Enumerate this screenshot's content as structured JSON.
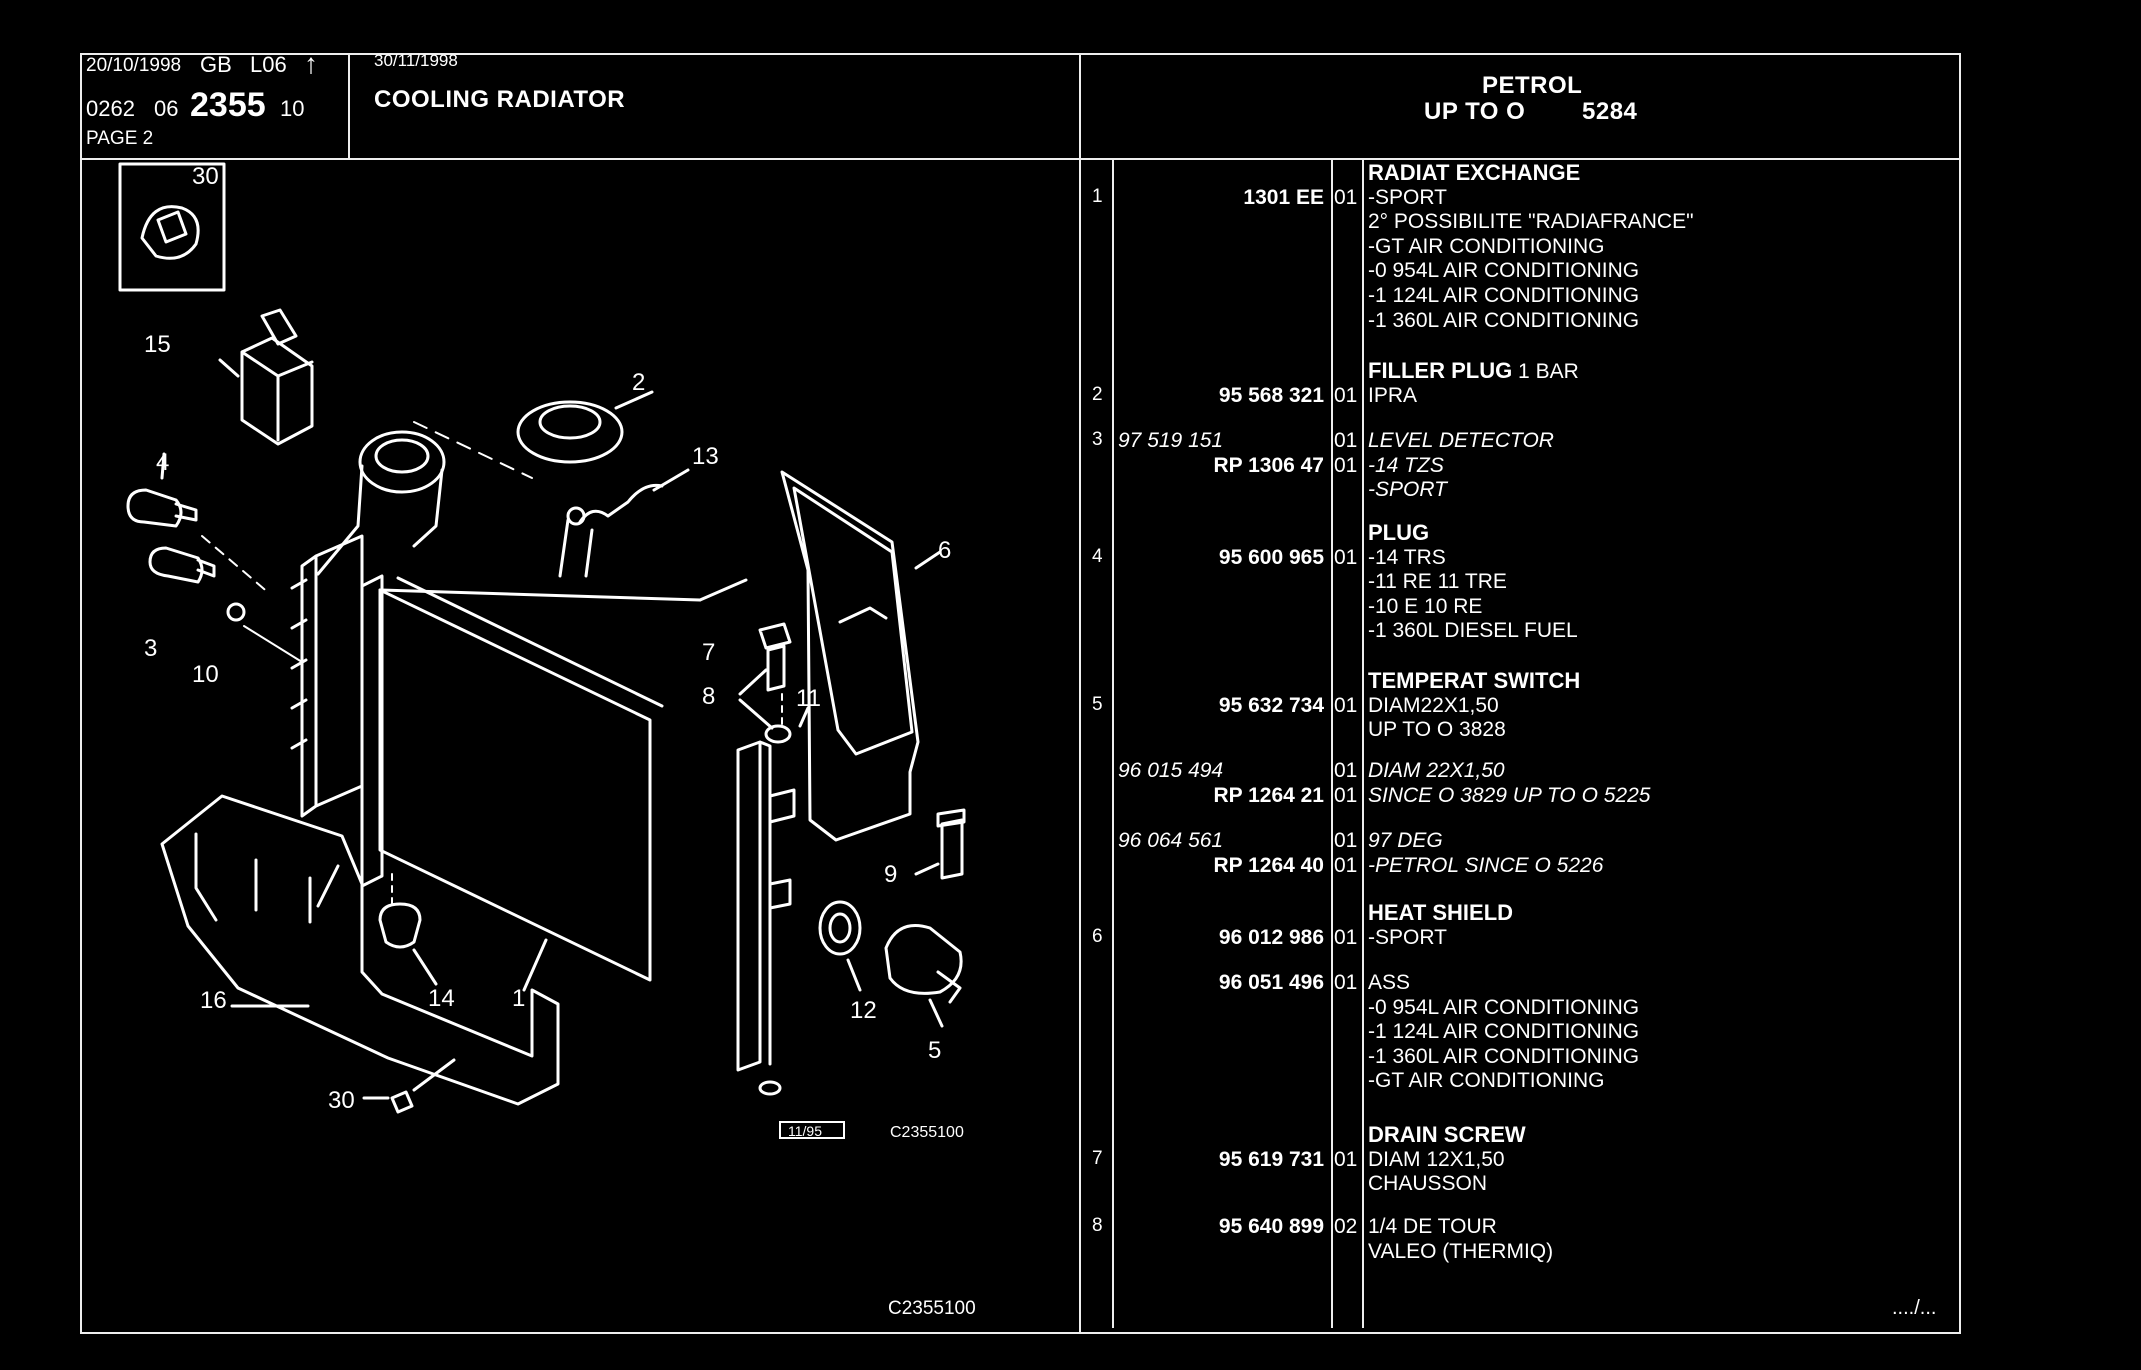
{
  "header": {
    "date1": "20/10/1998",
    "market": "GB",
    "level": "L06",
    "arrow": "↑",
    "code_a": "0262",
    "code_b": "06",
    "code_main": "2355",
    "code_c": "10",
    "page": "PAGE 2",
    "date2": "30/11/1998",
    "title": "COOLING RADIATOR",
    "fuel": "PETROL",
    "range": "UP TO O",
    "range_num": "5284"
  },
  "drawing": {
    "callouts": [
      "30",
      "15",
      "2",
      "13",
      "4",
      "6",
      "3",
      "10",
      "7",
      "8",
      "11",
      "9",
      "14",
      "1",
      "16",
      "12",
      "5",
      "30"
    ],
    "date_box": "11/95",
    "code_small": "C2355100",
    "code_bottom": "C2355100"
  },
  "parts": [
    {
      "idx": "1",
      "ref": "1301 EE",
      "qty": "01",
      "lines": [
        {
          "text": "RADIAT EXCHANGE",
          "style": "b"
        },
        {
          "text": "-SPORT"
        },
        {
          "text": "2° POSSIBILITE \"RADIAFRANCE\""
        },
        {
          "text": "-GT AIR CONDITIONING"
        },
        {
          "text": "-0 954L AIR CONDITIONING"
        },
        {
          "text": "-1 124L AIR CONDITIONING"
        },
        {
          "text": "-1 360L AIR CONDITIONING"
        }
      ]
    },
    {
      "idx": "2",
      "ref": "95 568 321",
      "qty": "01",
      "lines": [
        {
          "text": "FILLER PLUG",
          "style": "b",
          "suffix": " 1 BAR"
        },
        {
          "text": "IPRA"
        }
      ]
    },
    {
      "idx": "3",
      "alt": "97 519 151",
      "ref": "RP 1306 47",
      "qty": "01",
      "qty2": "01",
      "lines": [
        {
          "text": "LEVEL DETECTOR",
          "style": "i"
        },
        {
          "text": "-14 TZS",
          "style": "i"
        },
        {
          "text": "-SPORT",
          "style": "i"
        }
      ]
    },
    {
      "idx": "4",
      "ref": "95 600 965",
      "qty": "01",
      "lines": [
        {
          "text": "PLUG",
          "style": "b"
        },
        {
          "text": "-14 TRS"
        },
        {
          "text": "-11 RE 11 TRE"
        },
        {
          "text": "-10 E 10 RE"
        },
        {
          "text": "-1 360L DIESEL FUEL"
        }
      ]
    },
    {
      "idx": "5",
      "ref": "95 632 734",
      "qty": "01",
      "lines": [
        {
          "text": "TEMPERAT SWITCH",
          "style": "b"
        },
        {
          "text": "DIAM22X1,50"
        },
        {
          "text": "UP TO O 3828"
        }
      ]
    },
    {
      "idx": "",
      "alt": "96 015 494",
      "ref": "RP 1264 21",
      "qty": "01",
      "qty2": "01",
      "lines": [
        {
          "text": "DIAM 22X1,50",
          "style": "i"
        },
        {
          "text": "SINCE O 3829 UP TO O 5225",
          "style": "i"
        }
      ]
    },
    {
      "idx": "",
      "alt": "96 064 561",
      "ref": "RP 1264 40",
      "qty": "01",
      "qty2": "01",
      "lines": [
        {
          "text": "97 DEG",
          "style": "i"
        },
        {
          "text": "-PETROL SINCE O 5226",
          "style": "i"
        }
      ]
    },
    {
      "idx": "6",
      "ref": "96 012 986",
      "qty": "01",
      "lines": [
        {
          "text": "HEAT SHIELD",
          "style": "b"
        },
        {
          "text": "-SPORT"
        }
      ]
    },
    {
      "idx": "",
      "ref": "96 051 496",
      "qty": "01",
      "lines": [
        {
          "text": "ASS"
        },
        {
          "text": "-0 954L AIR CONDITIONING"
        },
        {
          "text": "-1 124L AIR CONDITIONING"
        },
        {
          "text": "-1 360L AIR CONDITIONING"
        },
        {
          "text": "-GT AIR CONDITIONING"
        }
      ]
    },
    {
      "idx": "7",
      "ref": "95 619 731",
      "qty": "01",
      "lines": [
        {
          "text": "DRAIN SCREW",
          "style": "b"
        },
        {
          "text": "DIAM 12X1,50"
        },
        {
          "text": "CHAUSSON"
        }
      ]
    },
    {
      "idx": "8",
      "ref": "95 640 899",
      "qty": "02",
      "lines": [
        {
          "text": "1/4 DE TOUR"
        },
        {
          "text": "VALEO (THERMIQ)"
        }
      ]
    }
  ],
  "footer": {
    "continued": "..../..."
  }
}
